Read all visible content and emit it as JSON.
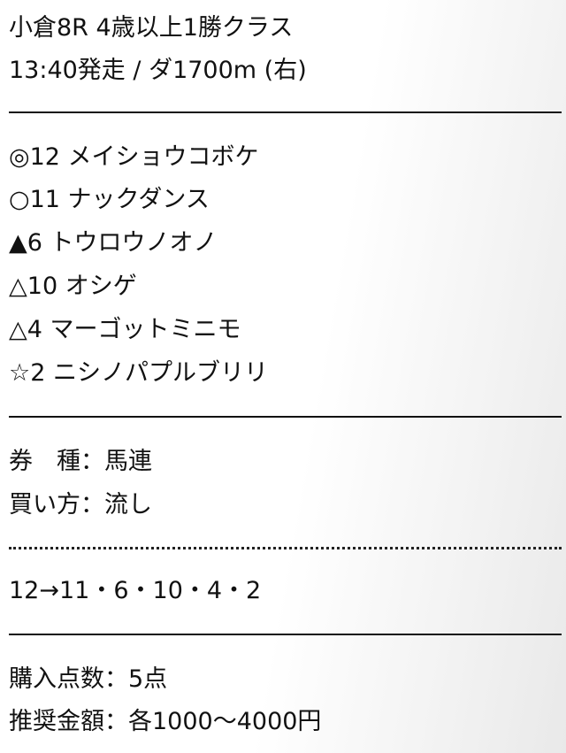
{
  "race": {
    "title": "小倉8R 4歳以上1勝クラス",
    "info": "13:40発走 / ダ1700m (右)"
  },
  "picks": [
    {
      "mark": "◎",
      "num": "12",
      "name": "メイショウコボケ"
    },
    {
      "mark": "○",
      "num": "11",
      "name": "ナックダンス"
    },
    {
      "mark": "▲",
      "num": "6",
      "name": "トウロウノオノ"
    },
    {
      "mark": "△",
      "num": "10",
      "name": "オシゲ"
    },
    {
      "mark": "△",
      "num": "4",
      "name": "マーゴットミニモ"
    },
    {
      "mark": "☆",
      "num": "2",
      "name": "ニシノパプルブリリ"
    }
  ],
  "bet": {
    "type_label": "券　種：",
    "type_value": "馬連",
    "method_label": "買い方：",
    "method_value": "流し",
    "combination": "12→11・6・10・4・2"
  },
  "summary": {
    "points_label": "購入点数：",
    "points_value": "5点",
    "amount_label": "推奨金額：",
    "amount_value": "各1000〜4000円"
  }
}
